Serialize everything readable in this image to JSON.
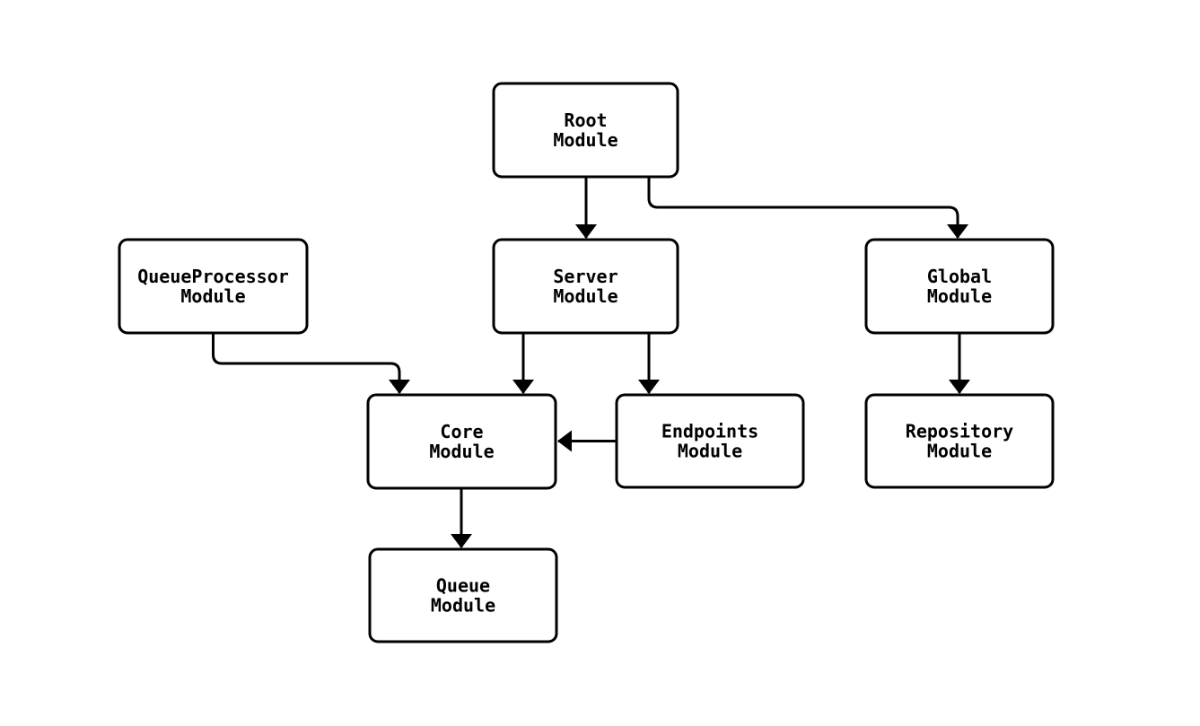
{
  "diagram": {
    "kind": "flowchart",
    "background_color": "#ffffff",
    "node_fill_color": "#ffffff",
    "node_border_color": "#000000",
    "text_color": "#000000",
    "arrow_color": "#000000",
    "nodes": {
      "root": {
        "line1": "Root",
        "line2": "Module"
      },
      "queueprocessor": {
        "line1": "QueueProcessor",
        "line2": "Module"
      },
      "server": {
        "line1": "Server",
        "line2": "Module"
      },
      "global": {
        "line1": "Global",
        "line2": "Module"
      },
      "core": {
        "line1": "Core",
        "line2": "Module"
      },
      "endpoints": {
        "line1": "Endpoints",
        "line2": "Module"
      },
      "repository": {
        "line1": "Repository",
        "line2": "Module"
      },
      "queue": {
        "line1": "Queue",
        "line2": "Module"
      }
    },
    "edges": [
      {
        "from": "Root Module",
        "to": "Server Module"
      },
      {
        "from": "Root Module",
        "to": "Global Module"
      },
      {
        "from": "QueueProcessor Module",
        "to": "Core Module"
      },
      {
        "from": "Server Module",
        "to": "Core Module"
      },
      {
        "from": "Server Module",
        "to": "Endpoints Module"
      },
      {
        "from": "Endpoints Module",
        "to": "Core Module"
      },
      {
        "from": "Core Module",
        "to": "Queue Module"
      },
      {
        "from": "Global Module",
        "to": "Repository Module"
      }
    ]
  }
}
